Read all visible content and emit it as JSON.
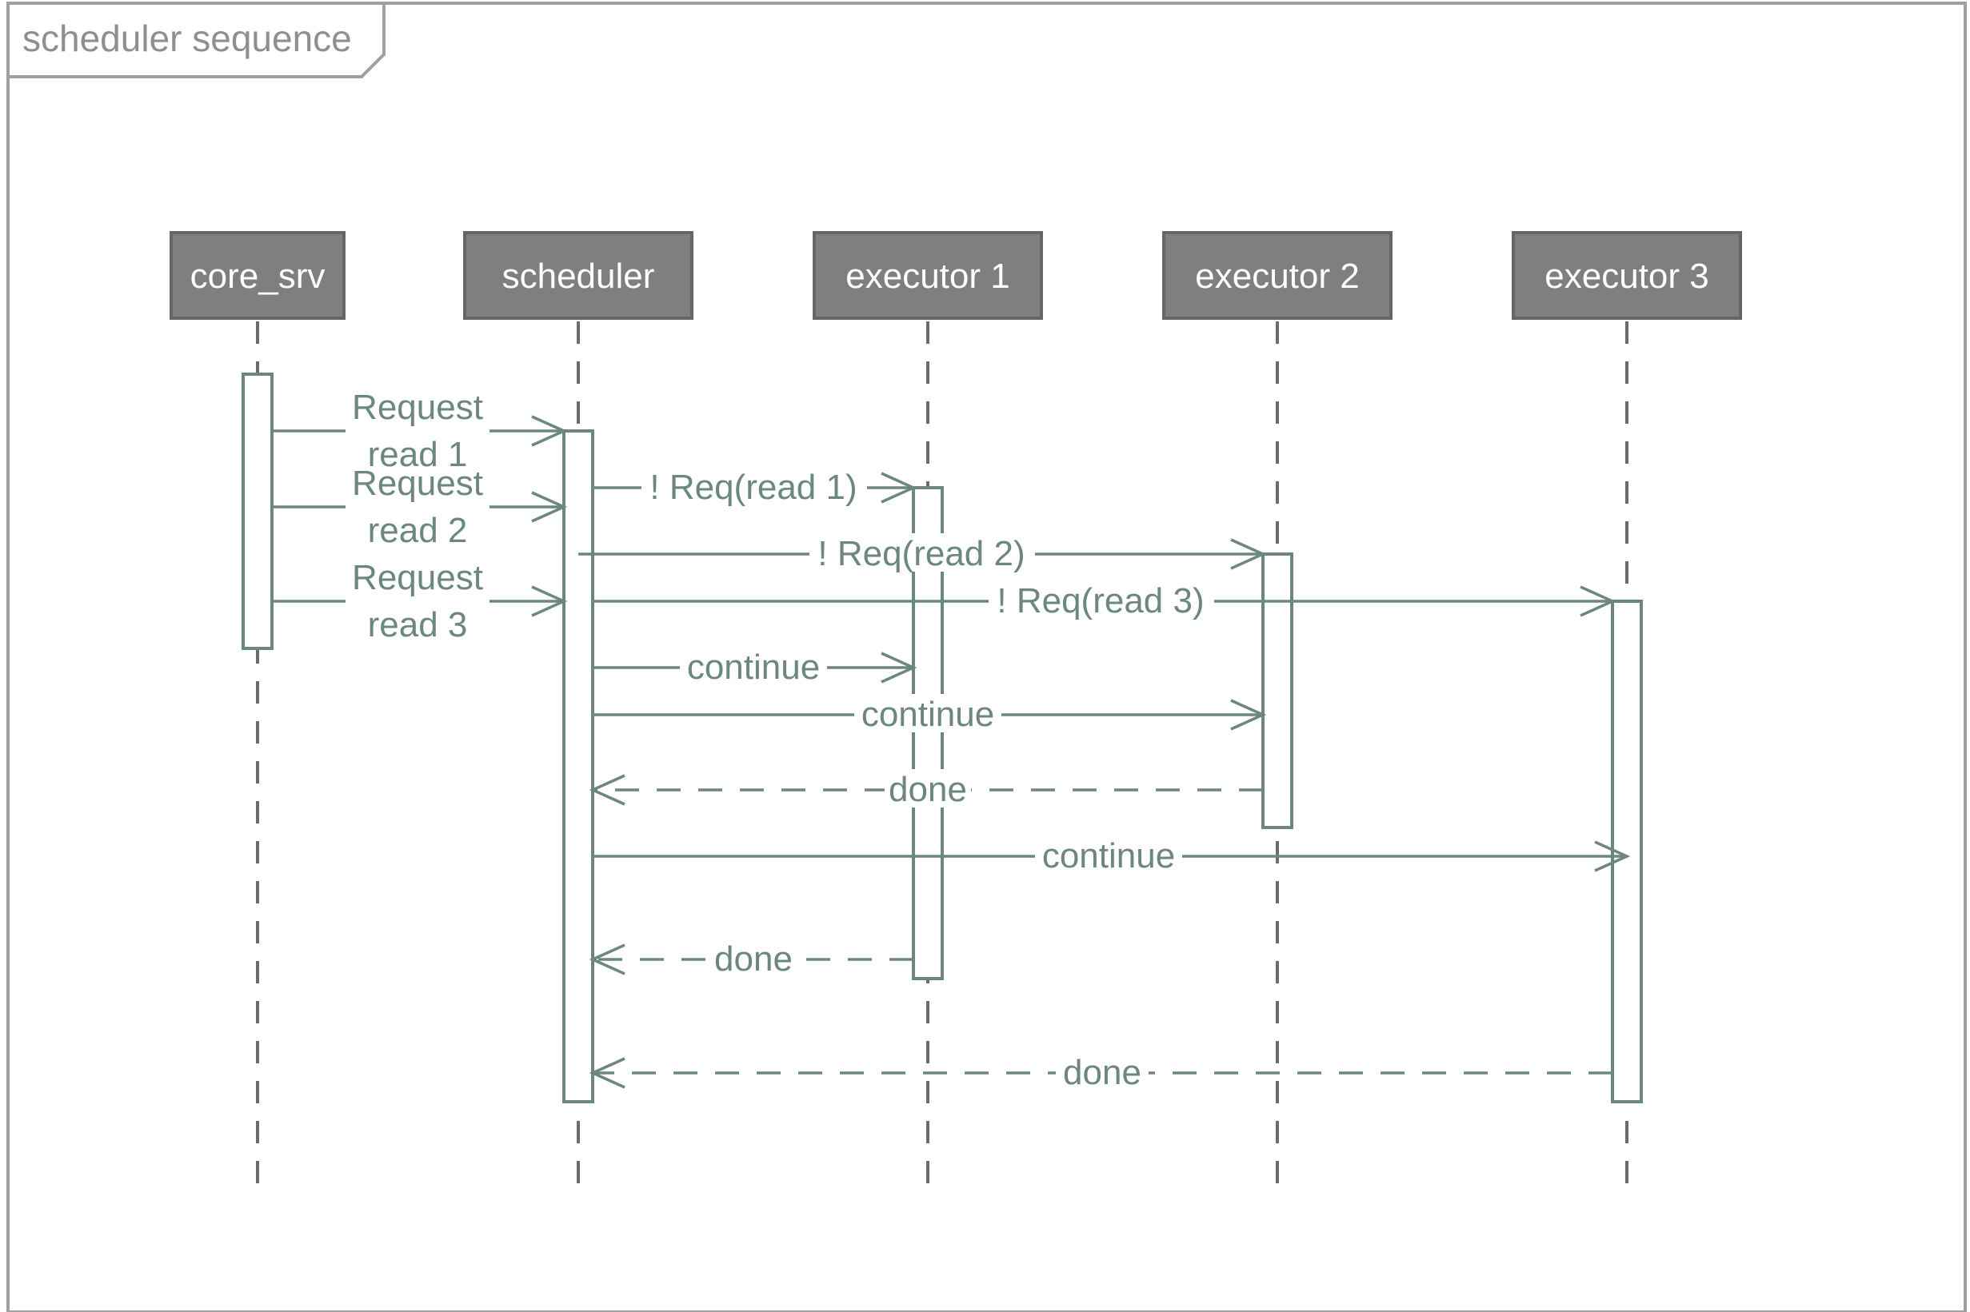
{
  "frame": {
    "title": "scheduler sequence"
  },
  "participants": [
    {
      "id": "core",
      "label": "core_srv"
    },
    {
      "id": "sched",
      "label": "scheduler"
    },
    {
      "id": "ex1",
      "label": "executor 1"
    },
    {
      "id": "ex2",
      "label": "executor 2"
    },
    {
      "id": "ex3",
      "label": "executor 3"
    }
  ],
  "messages": [
    {
      "from": "core",
      "to": "sched",
      "lines": [
        "Request",
        "read 1"
      ],
      "style": "sync"
    },
    {
      "from": "core",
      "to": "sched",
      "lines": [
        "Request",
        "read 2"
      ],
      "style": "sync"
    },
    {
      "from": "core",
      "to": "sched",
      "lines": [
        "Request",
        "read 3"
      ],
      "style": "sync"
    },
    {
      "from": "sched",
      "to": "ex1",
      "lines": [
        "! Req(read 1)"
      ],
      "style": "sync"
    },
    {
      "from": "sched",
      "to": "ex2",
      "lines": [
        "! Req(read 2)"
      ],
      "style": "sync"
    },
    {
      "from": "sched",
      "to": "ex3",
      "lines": [
        "! Req(read 3)"
      ],
      "style": "sync"
    },
    {
      "from": "sched",
      "to": "ex1",
      "lines": [
        "continue"
      ],
      "style": "sync"
    },
    {
      "from": "sched",
      "to": "ex2",
      "lines": [
        "continue"
      ],
      "style": "sync"
    },
    {
      "from": "ex2",
      "to": "sched",
      "lines": [
        "done"
      ],
      "style": "return"
    },
    {
      "from": "sched",
      "to": "ex3",
      "lines": [
        "continue"
      ],
      "style": "sync"
    },
    {
      "from": "ex1",
      "to": "sched",
      "lines": [
        "done"
      ],
      "style": "return"
    },
    {
      "from": "ex3",
      "to": "sched",
      "lines": [
        "done"
      ],
      "style": "return"
    }
  ],
  "colors": {
    "header_fill": "#7f7f7f",
    "header_text": "#ffffff",
    "message": "#6b877e",
    "lifeline": "#6b6b6b",
    "frame": "#a0a0a0"
  }
}
